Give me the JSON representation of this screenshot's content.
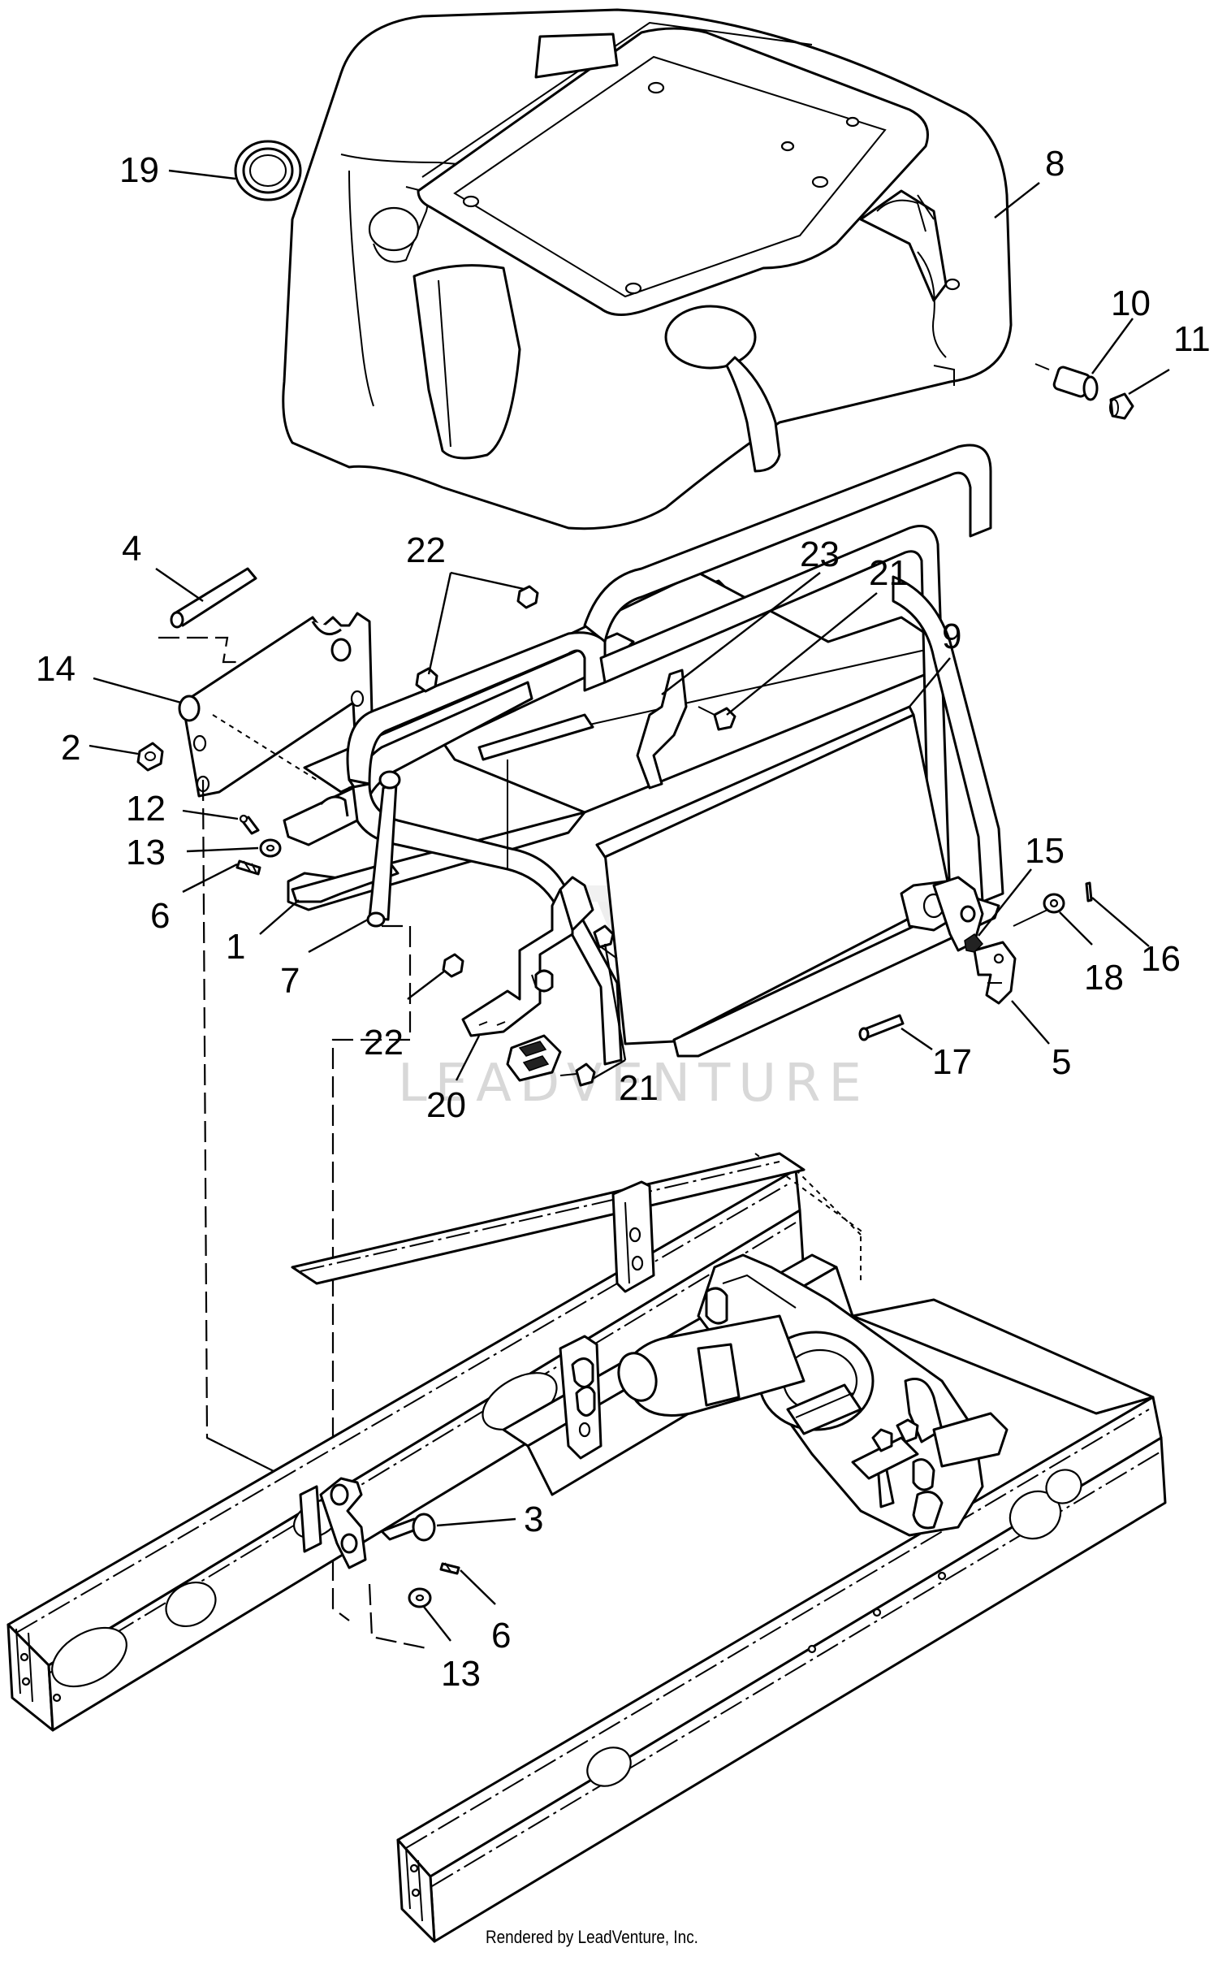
{
  "diagram": {
    "callouts": [
      {
        "id": "c19",
        "label": "19",
        "part": "seal"
      },
      {
        "id": "c8",
        "label": "8",
        "part": "seat-pan"
      },
      {
        "id": "c10",
        "label": "10",
        "part": "bumper"
      },
      {
        "id": "c11",
        "label": "11",
        "part": "plug"
      },
      {
        "id": "c4",
        "label": "4",
        "part": "pivot-rod"
      },
      {
        "id": "c22a",
        "label": "22",
        "part": "nut"
      },
      {
        "id": "c23",
        "label": "23",
        "part": "bracket"
      },
      {
        "id": "c21a",
        "label": "21",
        "part": "bolt"
      },
      {
        "id": "c9",
        "label": "9",
        "part": "seat-frame"
      },
      {
        "id": "c14",
        "label": "14",
        "part": "hinge-bracket"
      },
      {
        "id": "c2",
        "label": "2",
        "part": "nut"
      },
      {
        "id": "c12",
        "label": "12",
        "part": "cotter-pin"
      },
      {
        "id": "c13a",
        "label": "13",
        "part": "washer"
      },
      {
        "id": "c6a",
        "label": "6",
        "part": "hairpin"
      },
      {
        "id": "c1",
        "label": "1",
        "part": "plate"
      },
      {
        "id": "c7",
        "label": "7",
        "part": "support-rod"
      },
      {
        "id": "c15",
        "label": "15",
        "part": "spring"
      },
      {
        "id": "c16",
        "label": "16",
        "part": "pin"
      },
      {
        "id": "c18",
        "label": "18",
        "part": "washer"
      },
      {
        "id": "c5",
        "label": "5",
        "part": "latch"
      },
      {
        "id": "c17",
        "label": "17",
        "part": "pin"
      },
      {
        "id": "c22b",
        "label": "22",
        "part": "nut"
      },
      {
        "id": "c20",
        "label": "20",
        "part": "switch-bracket"
      },
      {
        "id": "c21b",
        "label": "21",
        "part": "bolt"
      },
      {
        "id": "c3",
        "label": "3",
        "part": "clevis-pin"
      },
      {
        "id": "c6b",
        "label": "6",
        "part": "hairpin"
      },
      {
        "id": "c13b",
        "label": "13",
        "part": "washer"
      }
    ],
    "watermark": "LEADVENTURE",
    "footer": "Rendered by LeadVenture, Inc."
  }
}
